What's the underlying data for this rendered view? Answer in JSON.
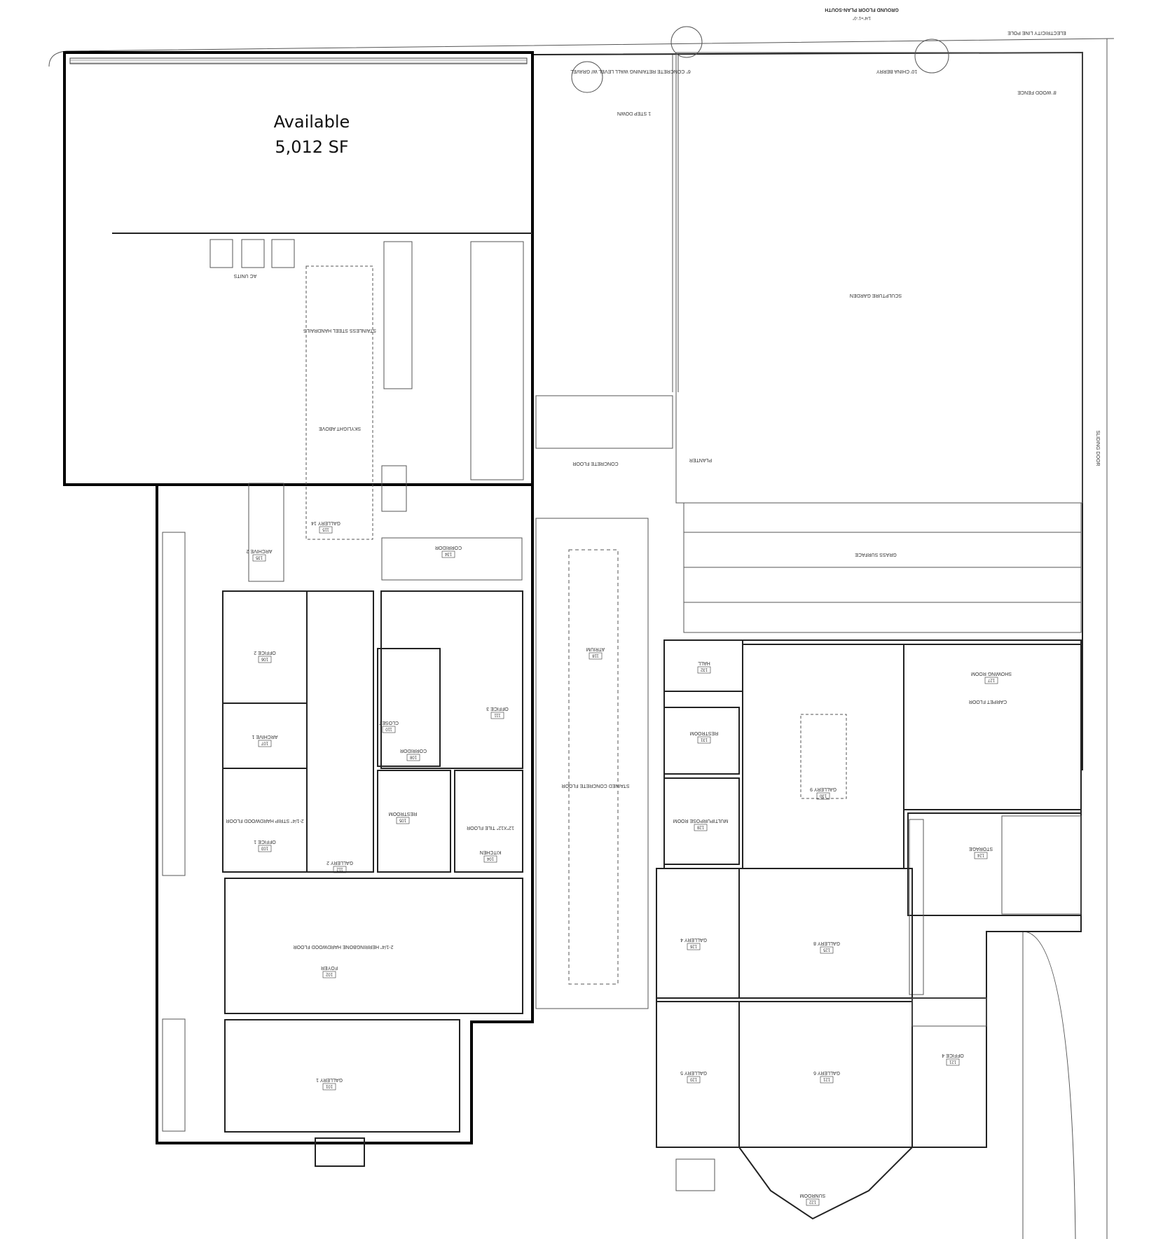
{
  "overlay": {
    "available_label": "Available",
    "area_label": "5,012 SF"
  },
  "title_block": {
    "title": "GROUND FLOOR PLAN-SOUTH",
    "scale": "1/4\"=1'-0\""
  },
  "site_notes": {
    "electricity": "ELECTRICITY LINE POLE",
    "tree": "10' CHINA BERRY",
    "fence": "8' WOOD FENCE",
    "retaining_wall": "6\" CONCRETE RETAINING WALL LEVEL W/ GRAVEL",
    "step_down": "1 STEP DOWN",
    "garden": "SCULPTURE GARDEN",
    "grass": "GRASS SURFACE",
    "concrete_floor": "CONCRETE FLOOR",
    "stained_concrete": "STAINED CONCRETE FLOOR",
    "ac_units": "AC UNITS",
    "stairs": "STAINLESS STEEL HANDRAILS",
    "skylight": "SKYLIGHT ABOVE",
    "sliding_door": "SLIDING DOOR",
    "planter": "PLANTER"
  },
  "rooms": [
    {
      "name": "OFFICE 2",
      "number": "106"
    },
    {
      "name": "ARCHIVE 1",
      "number": "107"
    },
    {
      "name": "OFFICE 1",
      "number": "103"
    },
    {
      "name": "GALLERY 2",
      "number": "112"
    },
    {
      "name": "OFFICE 3",
      "number": "111"
    },
    {
      "name": "CLOSET",
      "number": "110"
    },
    {
      "name": "CORRIDOR",
      "number": "108"
    },
    {
      "name": "RESTROOM",
      "number": "105"
    },
    {
      "name": "KITCHEN",
      "number": "104"
    },
    {
      "name": "FOYER",
      "number": "102"
    },
    {
      "name": "GALLERY 1",
      "number": "101"
    },
    {
      "name": "ATRIUM",
      "number": "118"
    },
    {
      "name": "CORRIDOR",
      "number": "134"
    },
    {
      "name": "GALLERY 14",
      "number": "115"
    },
    {
      "name": "ARCHIVE 2",
      "number": "135"
    },
    {
      "name": "HALL",
      "number": "132"
    },
    {
      "name": "RESTROOM",
      "number": "131"
    },
    {
      "name": "MULTIPURPOSE ROOM",
      "number": "128"
    },
    {
      "name": "GALLERY 9",
      "number": "130"
    },
    {
      "name": "SHOWING ROOM",
      "number": "127"
    },
    {
      "name": "STORAGE",
      "number": "124"
    },
    {
      "name": "GALLERY 4",
      "number": "126"
    },
    {
      "name": "GALLERY 8",
      "number": "125"
    },
    {
      "name": "GALLERY 5",
      "number": "120"
    },
    {
      "name": "GALLERY 6",
      "number": "121"
    },
    {
      "name": "OFFICE 4",
      "number": "121"
    },
    {
      "name": "SUNROOM",
      "number": "122"
    }
  ],
  "floor_notes": {
    "hardwood": "2-1/4\" STRIP HARDWOOD FLOOR",
    "tile": "12\"X12\" TILE FLOOR",
    "carpet": "CARPET FLOOR",
    "herringbone": "2-1/4\" HERRINGBONE HARDWOOD FLOOR"
  }
}
